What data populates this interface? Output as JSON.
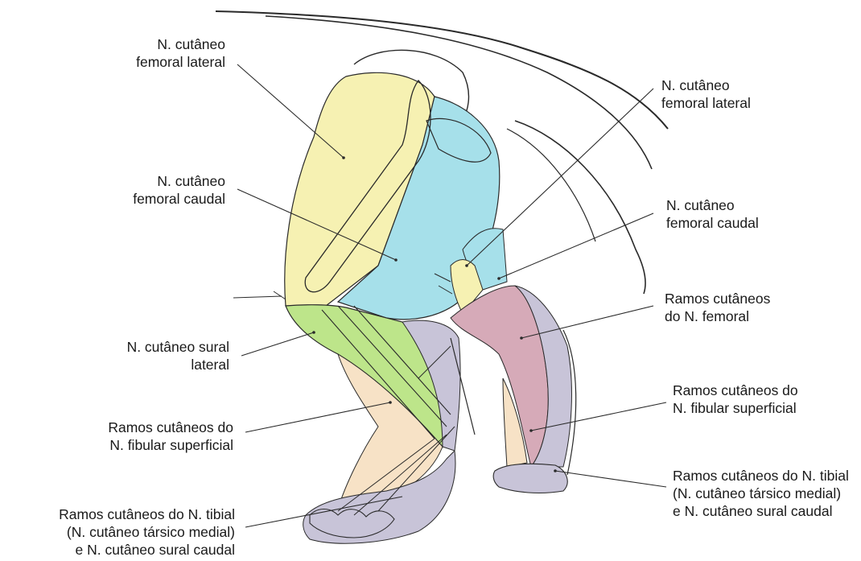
{
  "labels": {
    "left_femoral_lateral": [
      "N. cutâneo",
      "femoral lateral"
    ],
    "left_femoral_caudal": [
      "N. cutâneo",
      "femoral caudal"
    ],
    "left_sural_lateral": [
      "N. cutâneo sural",
      "lateral"
    ],
    "left_fibular": [
      "Ramos cutâneos do",
      "N. fibular superficial"
    ],
    "left_tibial": [
      "Ramos cutâneos do N. tibial",
      "(N. cutâneo társico medial)",
      "e N. cutâneo sural caudal"
    ],
    "right_femoral_lateral": [
      "N. cutâneo",
      "femoral lateral"
    ],
    "right_femoral_caudal": [
      "N. cutâneo",
      "femoral caudal"
    ],
    "right_femoral_branches": [
      "Ramos cutâneos",
      "do N. femoral"
    ],
    "right_fibular": [
      "Ramos cutâneos do",
      "N. fibular superficial"
    ],
    "right_tibial": [
      "Ramos cutâneos do N. tibial",
      "(N. cutâneo társico medial)",
      "e N. cutâneo sural caudal"
    ]
  },
  "colors": {
    "yellow": "#f6f1b2",
    "cyan": "#a6e0ea",
    "green": "#bde58a",
    "peach": "#f7e2c6",
    "lavender": "#c8c4d8",
    "pink": "#d6aab8",
    "line": "#2a2a2a"
  }
}
